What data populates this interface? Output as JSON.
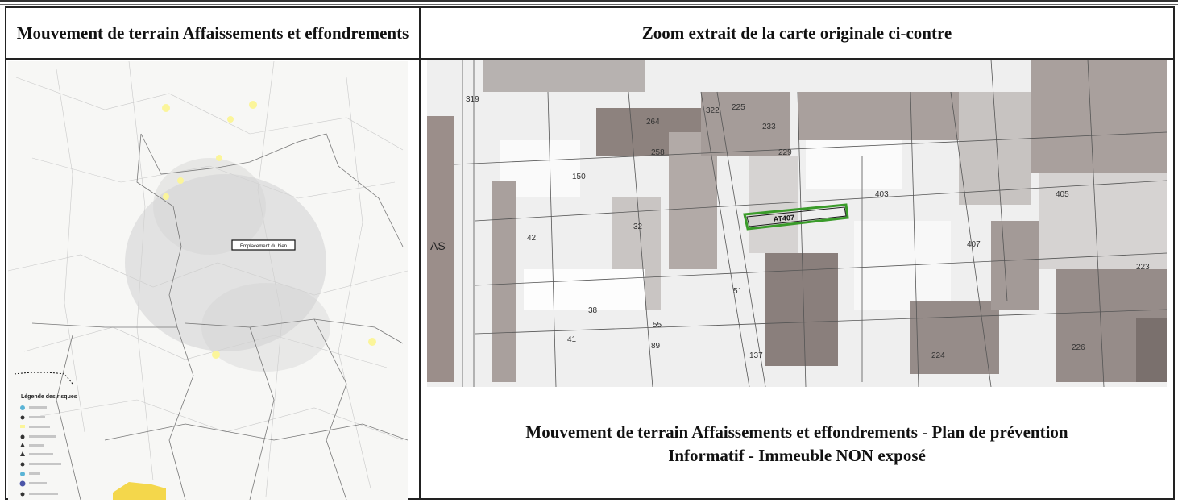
{
  "header": {
    "left_title": "Mouvement de terrain Affaissements et effondrements",
    "right_title": "Zoom extrait de la carte originale ci-contre"
  },
  "left_map": {
    "legend_title": "Légende des risques",
    "marker_label": "Emplacement du bien"
  },
  "zoom_map": {
    "parcel_label": "AT407",
    "section_label": "AS",
    "parcel_numbers": [
      "319",
      "225",
      "264",
      "258",
      "322",
      "150",
      "42",
      "32",
      "38",
      "41",
      "55",
      "51",
      "89",
      "137",
      "224",
      "226",
      "223",
      "405",
      "403",
      "407",
      "233",
      "229"
    ],
    "highlight_color": "#3a9b2a"
  },
  "caption": {
    "line1": "Mouvement de terrain Affaissements et effondrements  -  Plan de prévention",
    "line2": "Informatif  -  Immeuble NON exposé"
  }
}
